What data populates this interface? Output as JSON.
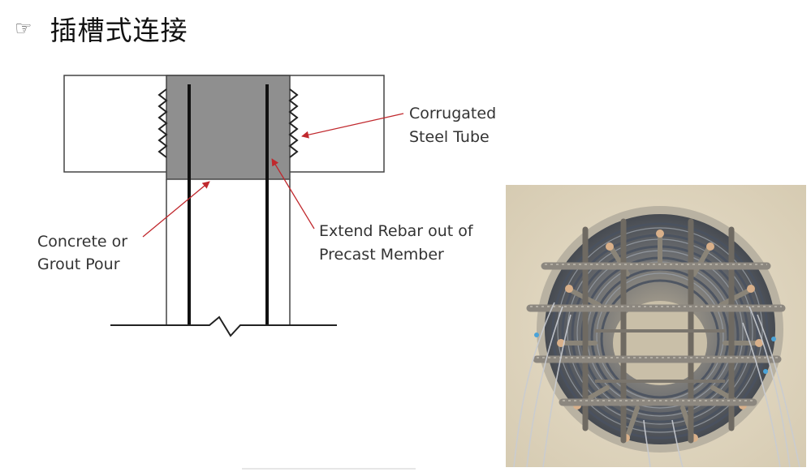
{
  "title": {
    "icon": "pointing-hand-icon",
    "icon_glyph": "☞",
    "text": "插槽式连接"
  },
  "diagram": {
    "labels": {
      "corrugated_1": "Corrugated",
      "corrugated_2": "Steel Tube",
      "concrete_1": "Concrete or",
      "concrete_2": "Grout Pour",
      "extend_1": "Extend Rebar out of",
      "extend_2": "Precast Member"
    },
    "colors": {
      "grout": "#8f8f8f",
      "arrow": "#c0282d",
      "line": "#333333"
    }
  },
  "photo": {
    "subject": "rebar-cage-in-corrugated-steel-sleeve-photo"
  }
}
